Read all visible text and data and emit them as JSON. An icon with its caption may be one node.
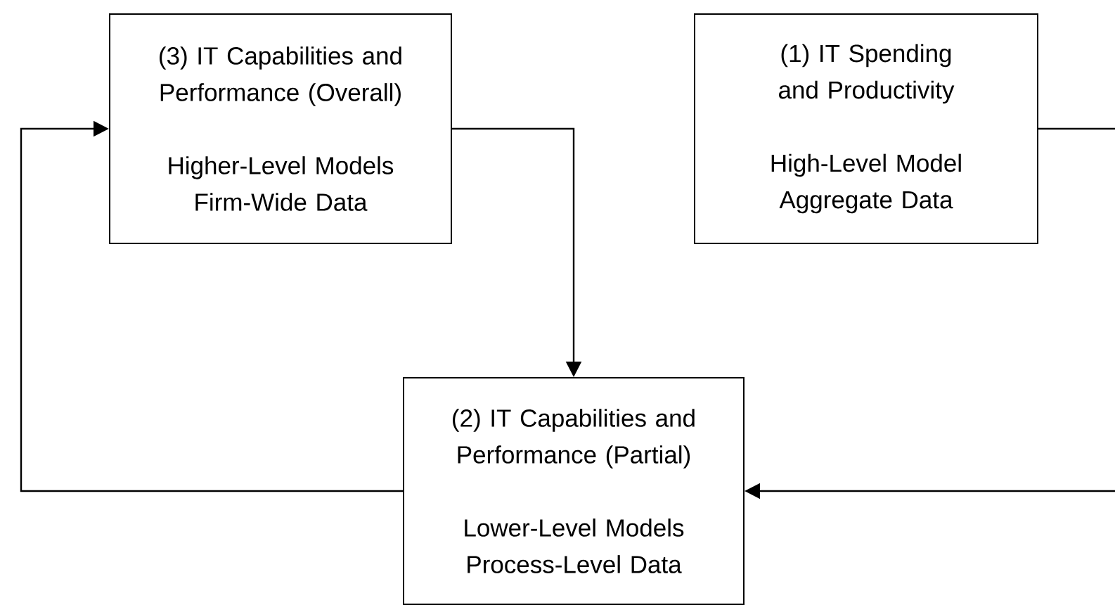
{
  "diagram": {
    "nodes": [
      {
        "text": [
          "(3) IT Capabilities and Performance (Overall)",
          "Higher-Level Models Firm-Wide Data"
        ]
      },
      {
        "text": [
          "(1) IT Spending and Productivity",
          "High-Level Model Aggregate Data"
        ]
      },
      {
        "text": [
          "(2) IT Capabilities and Performance (Partial)",
          "Lower-Level Models Process-Level Data"
        ]
      }
    ],
    "edges": [
      {
        "from": 0,
        "to": 2,
        "arrow": "to"
      },
      {
        "from": 2,
        "to": 0,
        "arrow": "to"
      },
      {
        "from": 1,
        "to": 2,
        "arrow": "to"
      }
    ]
  }
}
